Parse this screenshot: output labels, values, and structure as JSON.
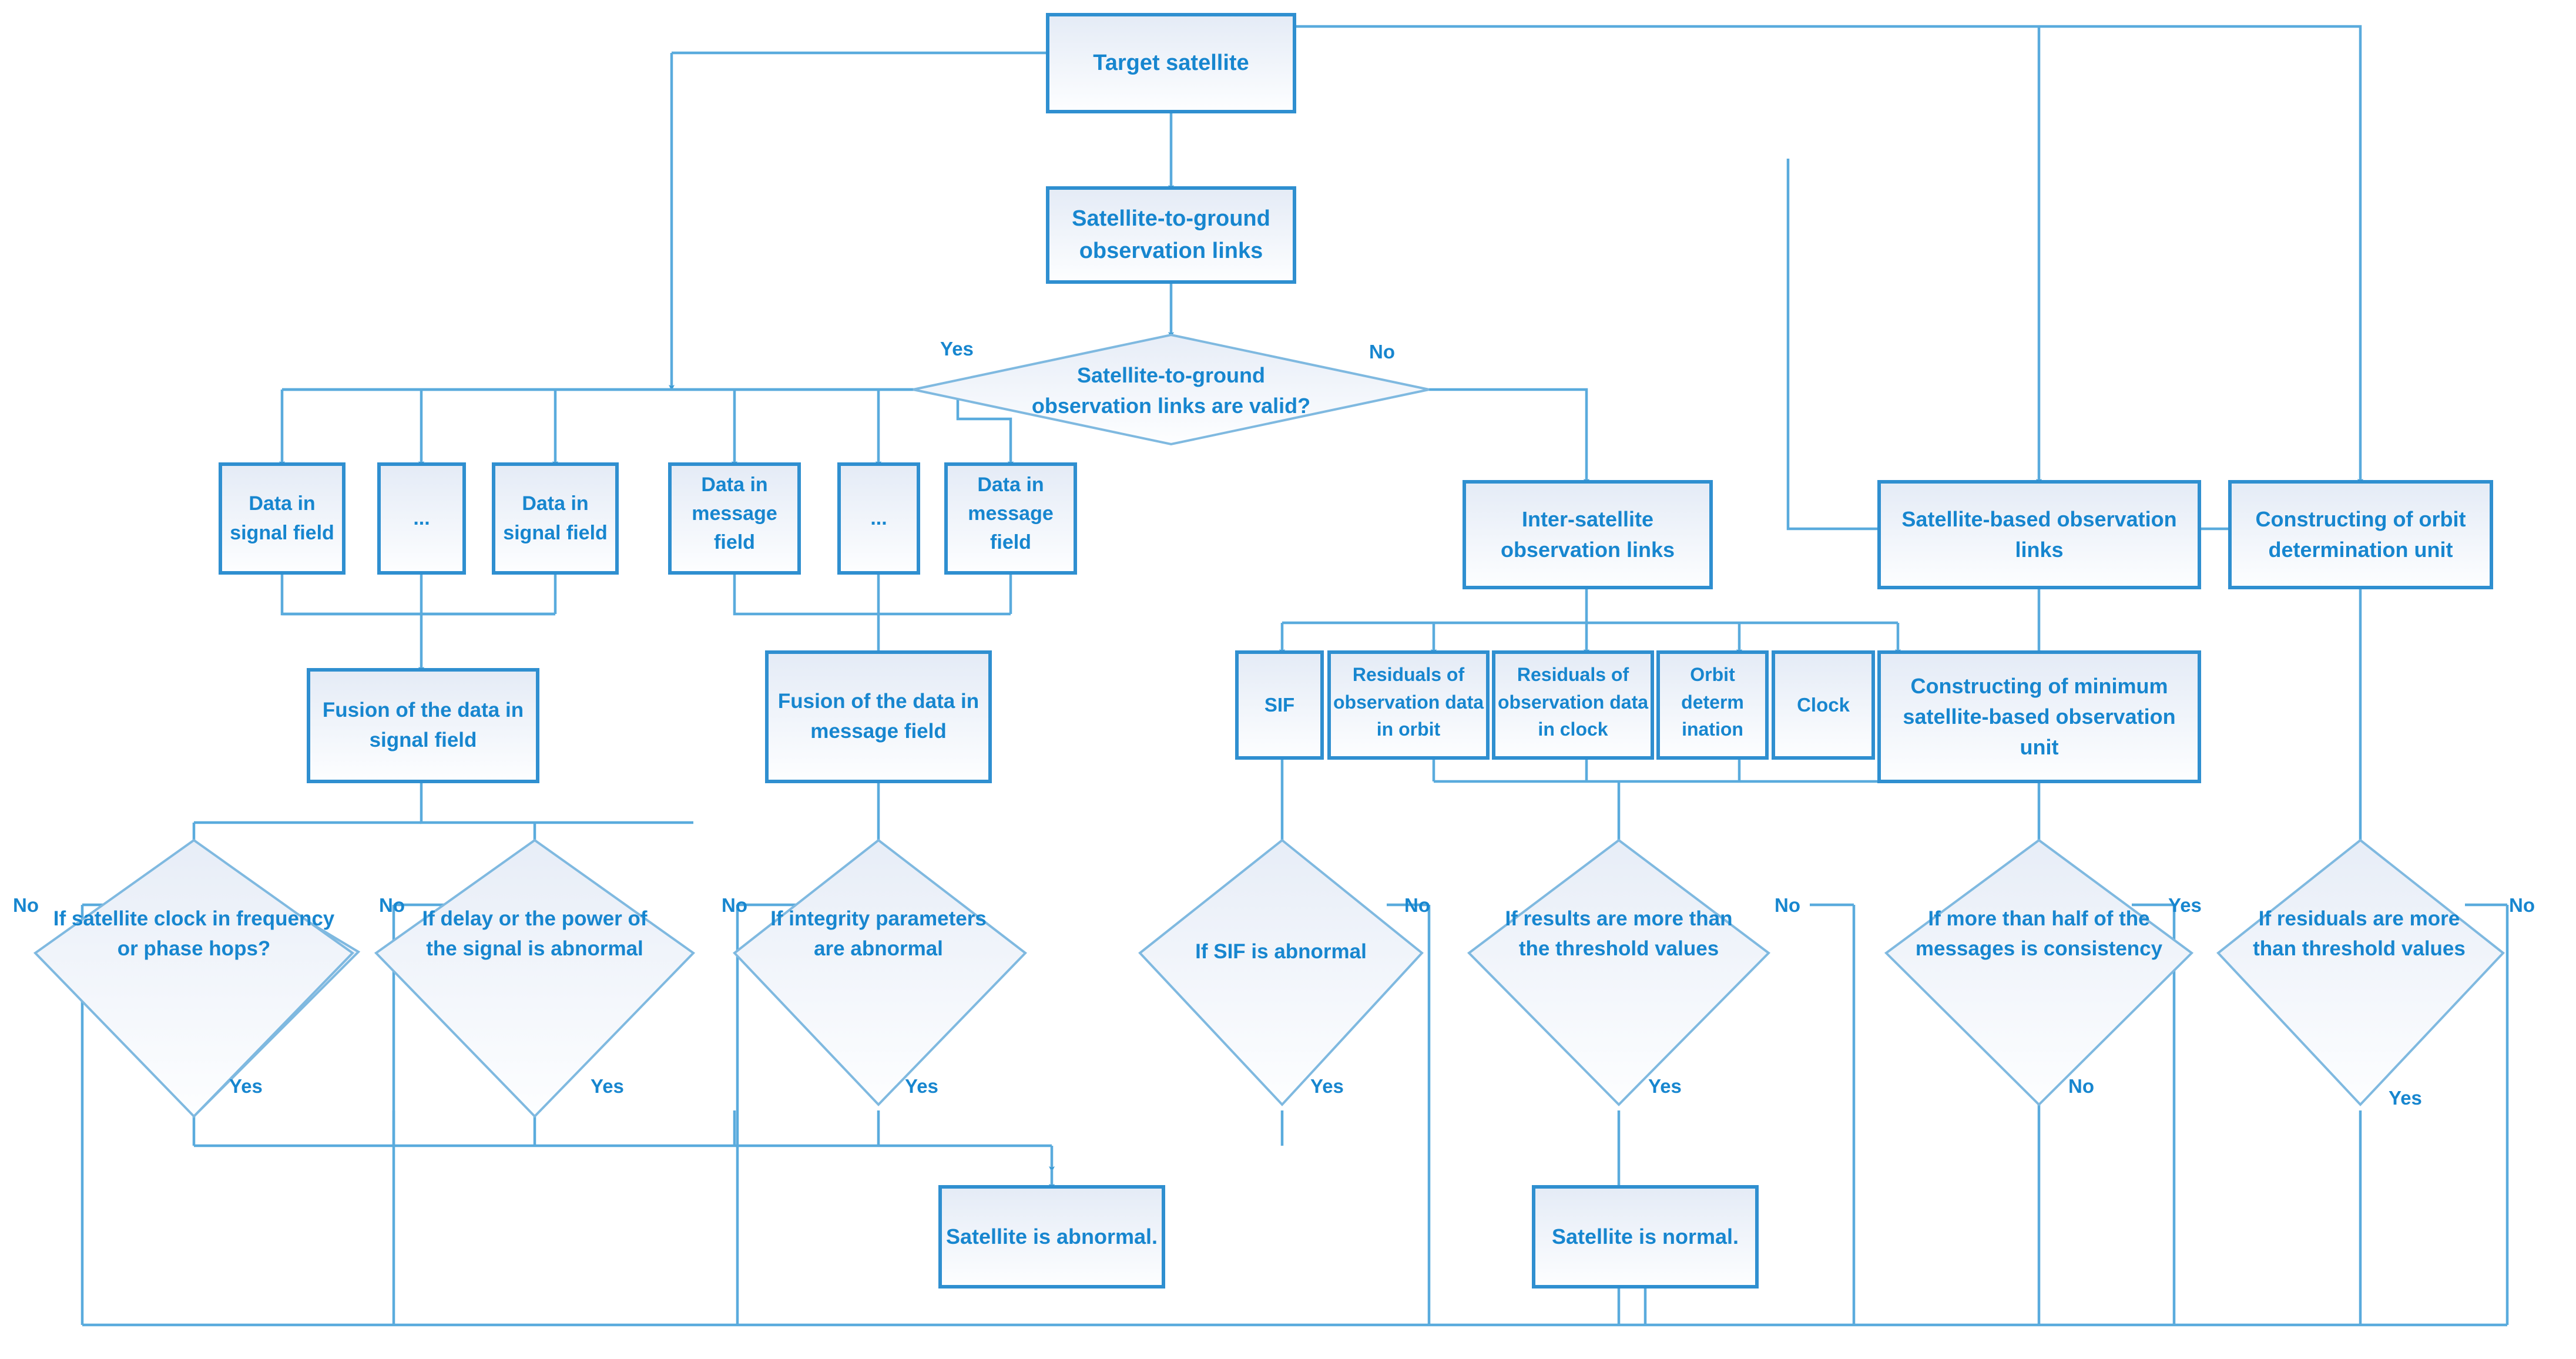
{
  "diagram": {
    "title": "Satellite integrity monitoring flowchart",
    "colors": {
      "stroke": "#3a9bd5",
      "stroke_dark": "#2f8fd0",
      "text": "#1786cf",
      "fill_top": "#e8eef7",
      "fill_bottom": "#fbfdff"
    }
  },
  "nodes": {
    "target_satellite": "Target satellite",
    "sat_ground_links": "Satellite-to-ground observation links",
    "sat_ground_valid": "Satellite-to-ground observation links are valid?",
    "data_signal_1": "Data in signal field",
    "data_signal_dots": "...",
    "data_signal_2": "Data in signal field",
    "data_message_1": "Data in message field",
    "data_message_dots": "...",
    "data_message_2": "Data in message field",
    "fusion_signal": "Fusion of the data in signal field",
    "fusion_message": "Fusion of the data in message field",
    "inter_sat_links": "Inter-satellite observation links",
    "sif": "SIF",
    "residuals_orbit": "Residuals of observation data in orbit",
    "residuals_clock": "Residuals of observation data in clock",
    "orbit_determination": "Orbit determ ination",
    "clock": "Clock",
    "sat_based_links": "Satellite-based observation links",
    "constructing_min_unit": "Constructing of minimum satellite-based observation unit",
    "constructing_orbit_unit": "Constructing of orbit determination unit",
    "d_clock_hops": "If satellite clock in frequency or phase hops?",
    "d_delay_power": "If delay or the power of the signal is abnormal",
    "d_integrity": "If integrity parameters are abnormal",
    "d_sif": "If SIF is abnormal",
    "d_results_threshold": "If results are more than the threshold values",
    "d_half_messages": "If more than half of the messages is consistency",
    "d_residuals_threshold": "If residuals are more than threshold values",
    "sat_abnormal": "Satellite is abnormal.",
    "sat_normal": "Satellite is normal."
  },
  "edge_labels": {
    "valid_yes": "Yes",
    "valid_no": "No",
    "clock_no": "No",
    "clock_yes": "Yes",
    "delay_no": "No",
    "delay_yes": "Yes",
    "integrity_no": "No",
    "integrity_yes": "Yes",
    "sif_no": "No",
    "sif_yes": "Yes",
    "results_no": "No",
    "results_yes": "Yes",
    "half_yes": "Yes",
    "half_no": "No",
    "residuals_no": "No",
    "residuals_yes": "Yes"
  }
}
